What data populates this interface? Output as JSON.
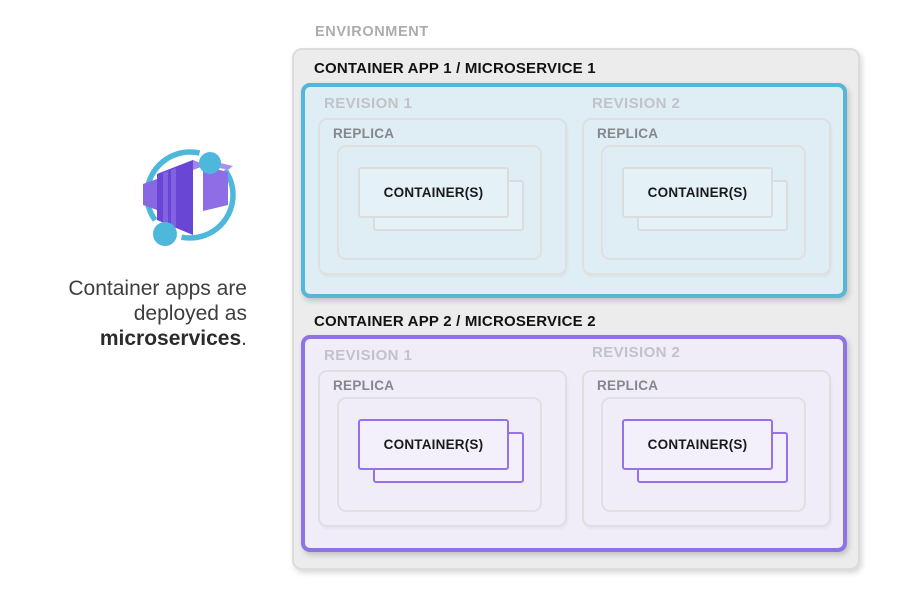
{
  "caption": {
    "line1": "Container apps are",
    "line2": "deployed as",
    "bold_word": "microservices",
    "suffix": "."
  },
  "icon": {
    "name": "azure-container-apps",
    "cyan": "#4db8dc",
    "purple_dark": "#6946d5",
    "purple_mid": "#8e6de6",
    "purple_light": "#a184ec"
  },
  "environment": {
    "label": "ENVIRONMENT",
    "fill": "#ececec",
    "apps": [
      {
        "title": "CONTAINER APP 1 / MICROSERVICE 1",
        "accent": "#55b6d6",
        "fill": "#dfeef4",
        "revisions": [
          {
            "label": "REVISION 1",
            "replica": {
              "label": "REPLICA",
              "container_label": "CONTAINER(S)"
            }
          },
          {
            "label": "REVISION 2",
            "replica": {
              "label": "REPLICA",
              "container_label": "CONTAINER(S)"
            }
          }
        ]
      },
      {
        "title": "CONTAINER APP 2 / MICROSERVICE 2",
        "accent": "#8f72e3",
        "fill": "#f0edf9",
        "revisions": [
          {
            "label": "REVISION 1",
            "replica": {
              "label": "REPLICA",
              "container_label": "CONTAINER(S)"
            }
          },
          {
            "label": "REVISION 2",
            "replica": {
              "label": "REPLICA",
              "container_label": "CONTAINER(S)"
            }
          }
        ]
      }
    ]
  }
}
